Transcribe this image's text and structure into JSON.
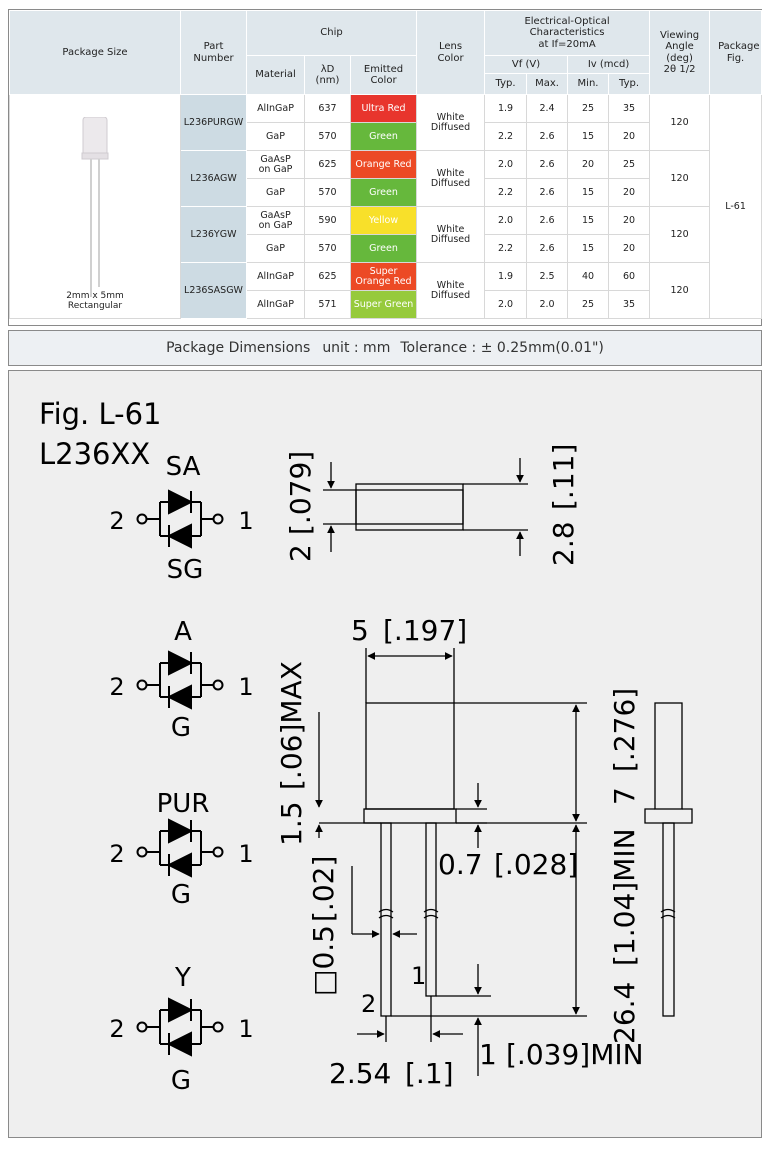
{
  "spec_table": {
    "headers": {
      "package_size": "Package Size",
      "part_number": "Part Number",
      "chip": "Chip",
      "material": "Material",
      "lambda_d": "λD",
      "lambda_unit": "(nm)",
      "emitted_color": "Emitted Color",
      "lens_color": "Lens Color",
      "eo_title_1": "Electrical-Optical",
      "eo_title_2": "Characteristics",
      "eo_title_3": "at If=20mA",
      "vf": "Vf (V)",
      "iv": "Iv (mcd)",
      "typ": "Typ.",
      "max": "Max.",
      "min": "Min.",
      "viewing_1": "Viewing",
      "viewing_2": "Angle",
      "viewing_3": "(deg)",
      "viewing_4": "2θ 1/2",
      "package_fig": "Package Fig."
    },
    "package_label_1": "2mm x 5mm",
    "package_label_2": "Rectangular",
    "package_fig_value": "L-61",
    "groups": [
      {
        "part": "L236PURGW",
        "lens_1": "White",
        "lens_2": "Diffused",
        "viewing": "120",
        "rows": [
          {
            "material_1": "AlInGaP",
            "material_2": "",
            "wavelength": "637",
            "color_1": "Ultra Red",
            "color_2": "",
            "vf_typ": "1.9",
            "vf_max": "2.4",
            "iv_min": "25",
            "iv_typ": "35"
          },
          {
            "material_1": "GaP",
            "material_2": "",
            "wavelength": "570",
            "color_1": "Green",
            "color_2": "",
            "vf_typ": "2.2",
            "vf_max": "2.6",
            "iv_min": "15",
            "iv_typ": "20"
          }
        ]
      },
      {
        "part": "L236AGW",
        "lens_1": "White",
        "lens_2": "Diffused",
        "viewing": "120",
        "rows": [
          {
            "material_1": "GaAsP",
            "material_2": "on GaP",
            "wavelength": "625",
            "color_1": "Orange Red",
            "color_2": "",
            "vf_typ": "2.0",
            "vf_max": "2.6",
            "iv_min": "20",
            "iv_typ": "25"
          },
          {
            "material_1": "GaP",
            "material_2": "",
            "wavelength": "570",
            "color_1": "Green",
            "color_2": "",
            "vf_typ": "2.2",
            "vf_max": "2.6",
            "iv_min": "15",
            "iv_typ": "20"
          }
        ]
      },
      {
        "part": "L236YGW",
        "lens_1": "White",
        "lens_2": "Diffused",
        "viewing": "120",
        "rows": [
          {
            "material_1": "GaAsP",
            "material_2": "on GaP",
            "wavelength": "590",
            "color_1": "Yellow",
            "color_2": "",
            "vf_typ": "2.0",
            "vf_max": "2.6",
            "iv_min": "15",
            "iv_typ": "20"
          },
          {
            "material_1": "GaP",
            "material_2": "",
            "wavelength": "570",
            "color_1": "Green",
            "color_2": "",
            "vf_typ": "2.2",
            "vf_max": "2.6",
            "iv_min": "15",
            "iv_typ": "20"
          }
        ]
      },
      {
        "part": "L236SASGW",
        "lens_1": "White",
        "lens_2": "Diffused",
        "viewing": "120",
        "rows": [
          {
            "material_1": "AlInGaP",
            "material_2": "",
            "wavelength": "625",
            "color_1": "Super",
            "color_2": "Orange Red",
            "vf_typ": "1.9",
            "vf_max": "2.5",
            "iv_min": "40",
            "iv_typ": "60"
          },
          {
            "material_1": "AlInGaP",
            "material_2": "",
            "wavelength": "571",
            "color_1": "Super Green",
            "color_2": "",
            "vf_typ": "2.0",
            "vf_max": "2.0",
            "iv_min": "25",
            "iv_typ": "35"
          }
        ]
      }
    ]
  },
  "dimensions_bar": {
    "title": "Package Dimensions",
    "unit": "unit : mm",
    "tolerance": "Tolerance : ± 0.25mm(0.01\")"
  },
  "figure": {
    "title": "Fig. L-61",
    "model": "L236XX",
    "pin_left": "2",
    "pin_right": "1",
    "circuits": [
      {
        "top": "SA",
        "bottom": "SG"
      },
      {
        "top": "A",
        "bottom": "G"
      },
      {
        "top": "PUR",
        "bottom": "G"
      },
      {
        "top": "Y",
        "bottom": "G"
      }
    ],
    "dims": {
      "d_2": "2",
      "d_079": "[.079]",
      "d_28": "2.8",
      "d_11": "[.11]",
      "d_5": "5",
      "d_197": "[.197]",
      "d_max": "[.06]MAX",
      "d_15": "1.5",
      "d_02": "[.02]",
      "d_05": "□0.5",
      "d_07": "0.7",
      "d_028": "[.028]",
      "d_7": "7",
      "d_276": "[.276]",
      "d_min": "[1.04]MIN",
      "d_264": "26.4",
      "d_1": "1",
      "d_039": "[.039]MIN",
      "d_254": "2.54",
      "d_1in": "[.1]",
      "lead_1": "1",
      "lead_2": "2"
    }
  },
  "colors": {
    "ultra_red": "#e8352d",
    "green": "#66b83c",
    "orange_red": "#ec4a25",
    "yellow": "#f8e02a",
    "super_green": "#96ca3c",
    "header_bg": "#dfe7ec",
    "part_bg": "#cddbe3"
  }
}
